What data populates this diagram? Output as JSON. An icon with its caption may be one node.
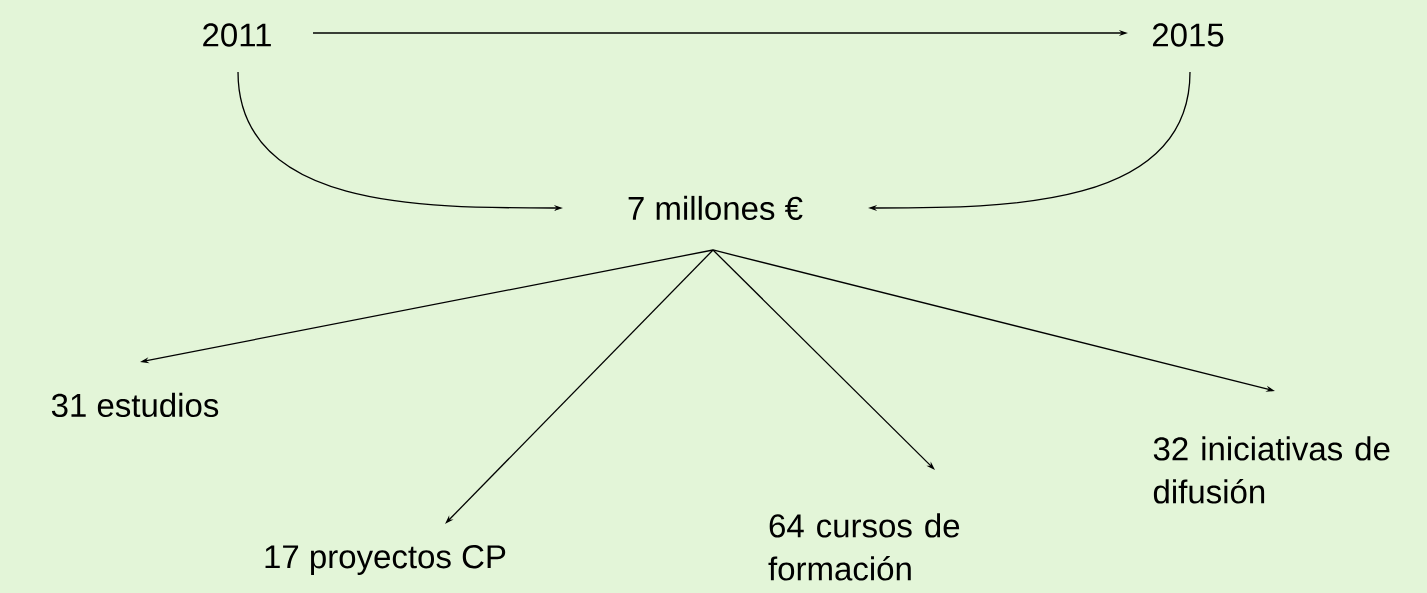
{
  "diagram": {
    "nodes": [
      {
        "text": [
          "2011"
        ]
      },
      {
        "text": [
          "2015"
        ]
      },
      {
        "text": [
          "7 millones €"
        ]
      },
      {
        "text": [
          "31 estudios"
        ]
      },
      {
        "text": [
          "17 proyectos CP"
        ]
      },
      {
        "text": [
          "64 cursos de formación"
        ]
      },
      {
        "text": [
          "32 iniciativas de difusión"
        ]
      }
    ],
    "edges": [
      {
        "from": 0,
        "to": 1,
        "arrow": "to"
      },
      {
        "from": 0,
        "to": 2,
        "arrow": "to"
      },
      {
        "from": 1,
        "to": 2,
        "arrow": "to"
      },
      {
        "from": 2,
        "to": 3,
        "arrow": "to"
      },
      {
        "from": 2,
        "to": 4,
        "arrow": "to"
      },
      {
        "from": 2,
        "to": 5,
        "arrow": "to"
      },
      {
        "from": 2,
        "to": 6,
        "arrow": "to"
      }
    ]
  }
}
